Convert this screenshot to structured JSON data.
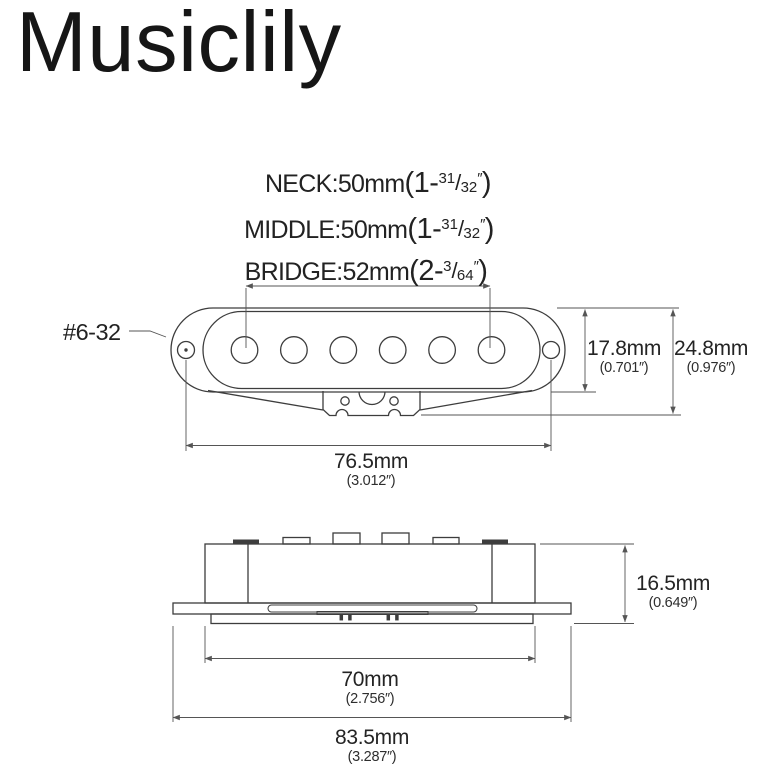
{
  "brand": {
    "logo": "Musiclily"
  },
  "specs": [
    {
      "id": "neck",
      "label": "NECK:50mm",
      "open": "(1-",
      "numerator": "31",
      "slash": "/",
      "denominator": "32",
      "quote": "″",
      "close": ")"
    },
    {
      "id": "middle",
      "label": "MIDDLE:50mm",
      "open": "(1-",
      "numerator": "31",
      "slash": "/",
      "denominator": "32",
      "quote": "″",
      "close": ")"
    },
    {
      "id": "bridge",
      "label": "BRIDGE:52mm",
      "open": "(2-",
      "numerator": "3",
      "slash": "/",
      "denominator": "64",
      "quote": "″",
      "close": ")"
    }
  ],
  "annotations": {
    "screw_thread": "#6-32"
  },
  "dimensions": {
    "cover_height": {
      "mm": "17.8mm",
      "inch": "(0.701″)"
    },
    "total_height": {
      "mm": "24.8mm",
      "inch": "(0.976″)"
    },
    "screw_spacing": {
      "mm": "76.5mm",
      "inch": "(3.012″)"
    },
    "side_height": {
      "mm": "16.5mm",
      "inch": "(0.649″)"
    },
    "cover_width": {
      "mm": "70mm",
      "inch": "(2.756″)"
    },
    "base_width": {
      "mm": "83.5mm",
      "inch": "(3.287″)"
    }
  },
  "colors": {
    "line": "#3d3d3d",
    "dim_line": "#555555",
    "text": "#1c1c1c"
  }
}
